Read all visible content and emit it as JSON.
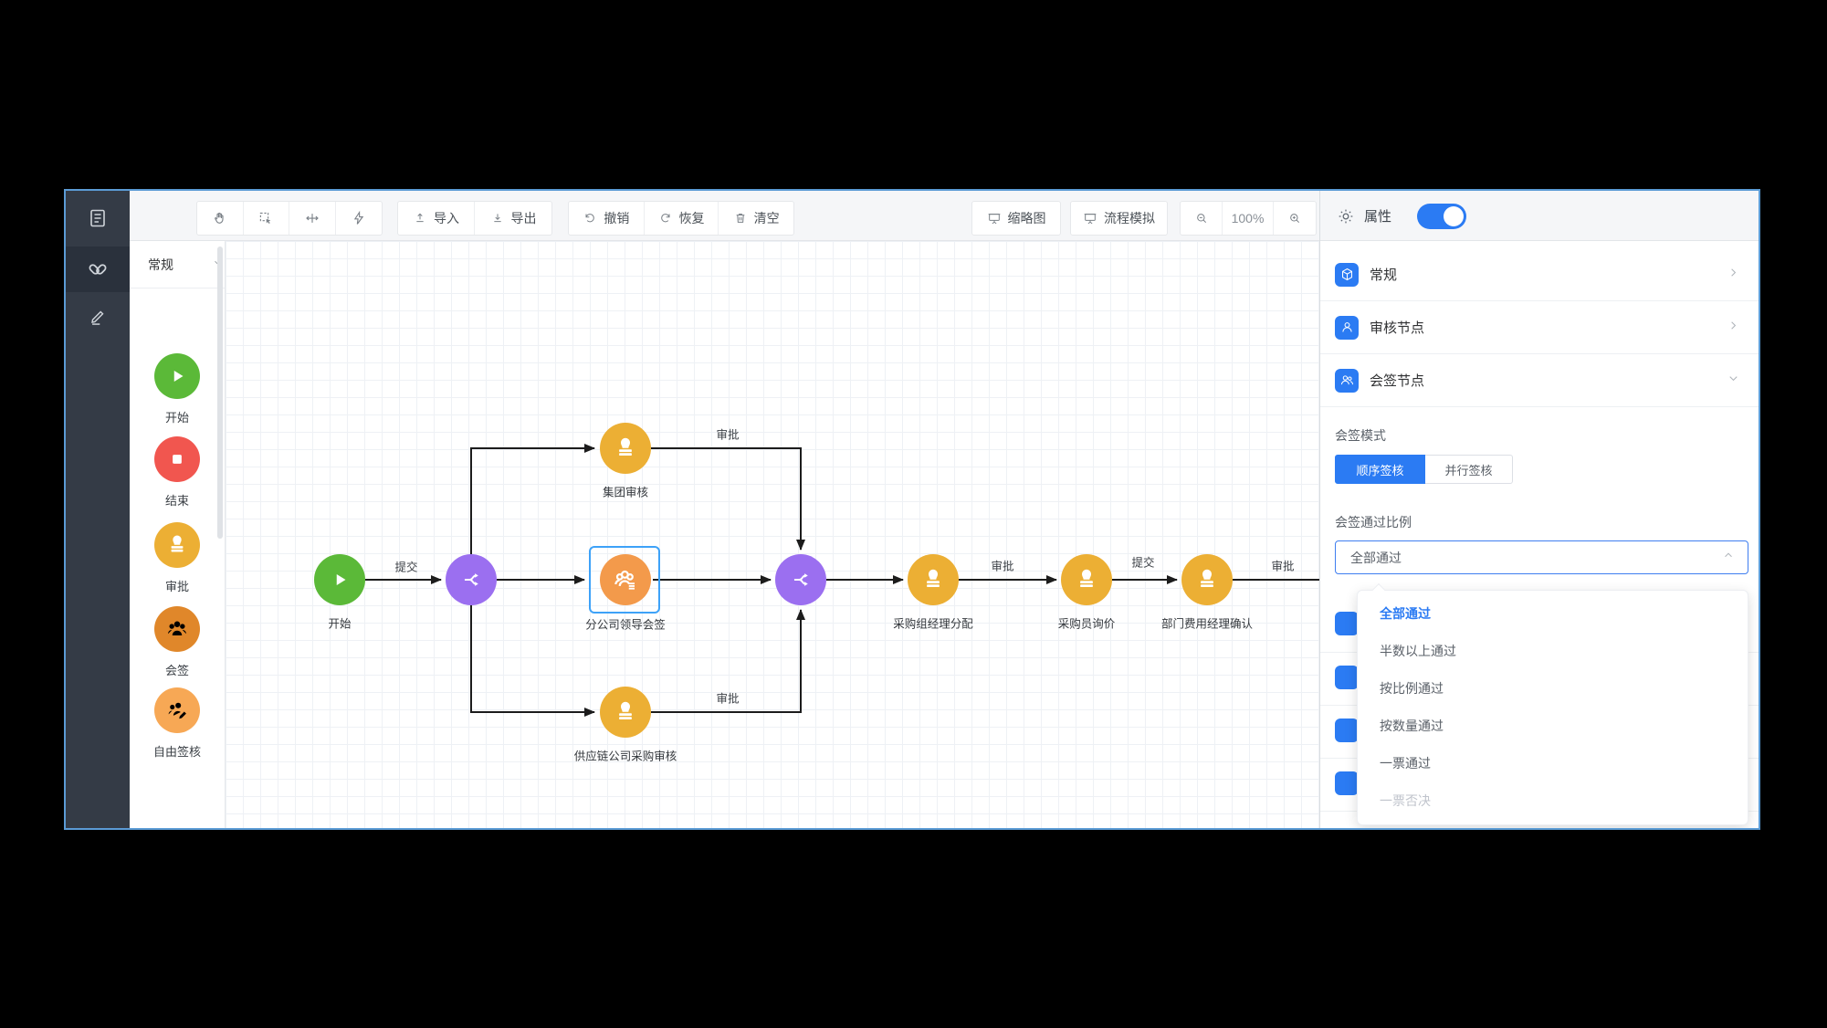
{
  "colors": {
    "accent_blue": "#2b7bf3",
    "selection_blue": "#3da2f8",
    "node_green": "#5bb938",
    "node_red": "#f1564f",
    "node_amber": "#ecaf34",
    "node_orange": "#e0872a",
    "node_orange_light": "#f7a855",
    "node_selected_orange": "#f39a4b",
    "node_purple": "#9b6ff0"
  },
  "rail": {
    "icons": [
      "form-icon",
      "workflow-icon",
      "pen-icon"
    ],
    "active_icon": "workflow-icon"
  },
  "toolbar": {
    "tools": [
      "pan",
      "marquee-select",
      "move",
      "auto-beautify"
    ],
    "import_label": "导入",
    "export_label": "导出",
    "undo_label": "撤销",
    "redo_label": "恢复",
    "clear_label": "清空",
    "minimap_label": "缩略图",
    "simulate_label": "流程模拟",
    "zoom_level": "100%"
  },
  "palette": {
    "header": "常规",
    "items": [
      {
        "label": "开始",
        "type": "start"
      },
      {
        "label": "结束",
        "type": "end"
      },
      {
        "label": "审批",
        "type": "approve"
      },
      {
        "label": "会签",
        "type": "countersign"
      },
      {
        "label": "自由签核",
        "type": "free-sign"
      }
    ]
  },
  "properties": {
    "title": "属性",
    "toggle_on": true,
    "sections": [
      {
        "label": "常规",
        "state": "collapsed"
      },
      {
        "label": "审核节点",
        "state": "collapsed"
      },
      {
        "label": "会签节点",
        "state": "expanded"
      }
    ],
    "sign_mode": {
      "label": "会签模式",
      "options": [
        "顺序签核",
        "并行签核"
      ],
      "selected": "顺序签核"
    },
    "pass_ratio": {
      "label": "会签通过比例",
      "value": "全部通过",
      "options": [
        "全部通过",
        "半数以上通过",
        "按比例通过",
        "按数量通过",
        "一票通过",
        "一票否决"
      ],
      "selected": "全部通过",
      "disabled": [
        "一票否决"
      ]
    }
  },
  "canvas": {
    "nodes": [
      {
        "label": "开始",
        "type": "start"
      },
      {
        "label": "",
        "type": "gateway"
      },
      {
        "label": "集团审核",
        "type": "approve"
      },
      {
        "label": "分公司领导会签",
        "type": "countersign",
        "selected": true
      },
      {
        "label": "供应链公司采购审核",
        "type": "approve"
      },
      {
        "label": "",
        "type": "gateway"
      },
      {
        "label": "采购组经理分配",
        "type": "approve"
      },
      {
        "label": "采购员询价",
        "type": "approve"
      },
      {
        "label": "部门费用经理确认",
        "type": "approve"
      }
    ],
    "edge_labels": [
      "提交",
      "审批",
      "审批",
      "审批",
      "提交",
      "审批"
    ]
  }
}
